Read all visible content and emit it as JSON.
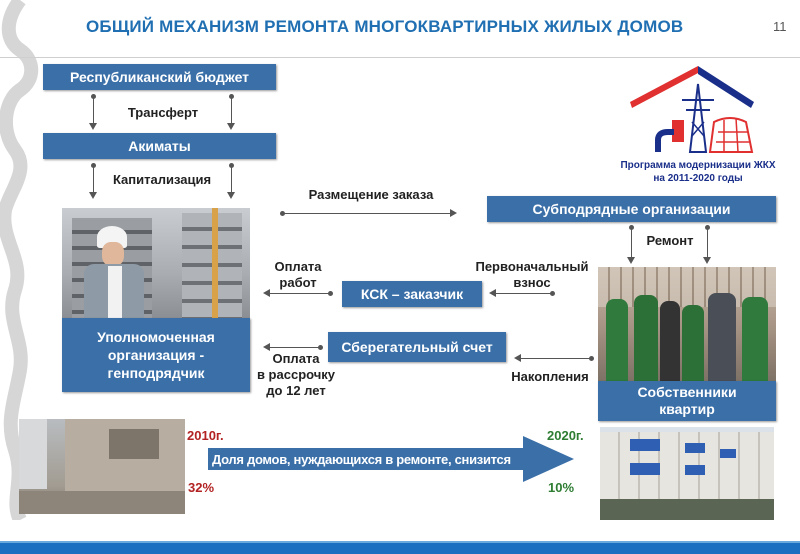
{
  "slide": {
    "title": "ОБЩИЙ МЕХАНИЗМ РЕМОНТА МНОГОКВАРТИРНЫХ ЖИЛЫХ ДОМОВ",
    "page_number": "11"
  },
  "logo": {
    "line1": "Программа модернизации ЖКХ",
    "line2": "на 2011-2020 годы",
    "colors": {
      "red": "#e03030",
      "blue": "#1a2f8a"
    }
  },
  "boxes": {
    "republican_budget": "Республиканский бюджет",
    "akimats": "Акиматы",
    "subcontractors": "Субподрядные организации",
    "ksk": "КСК – заказчик",
    "savings": "Сберегательный счет",
    "contractor": "Уполномоченная организация - генподрядчик",
    "owners": "Собственники квартир"
  },
  "labels": {
    "transfer": "Трансферт",
    "capitalization": "Капитализация",
    "order_placement": "Размещение заказа",
    "repair": "Ремонт",
    "payment_works_1": "Оплата",
    "payment_works_2": "работ",
    "initial_1": "Первоначальный",
    "initial_2": "взнос",
    "installment_1": "Оплата",
    "installment_2": "в рассрочку",
    "installment_3": "до 12 лет",
    "accumulation": "Накопления"
  },
  "bottom": {
    "year_start": "2010г.",
    "pct_start": "32%",
    "year_end": "2020г.",
    "pct_end": "10%",
    "arrow_text": "Доля домов, нуждающихся в ремонте, снизится",
    "colors": {
      "start": "#b22222",
      "end": "#2e7d32",
      "arrow": "#3a6fa8"
    }
  }
}
